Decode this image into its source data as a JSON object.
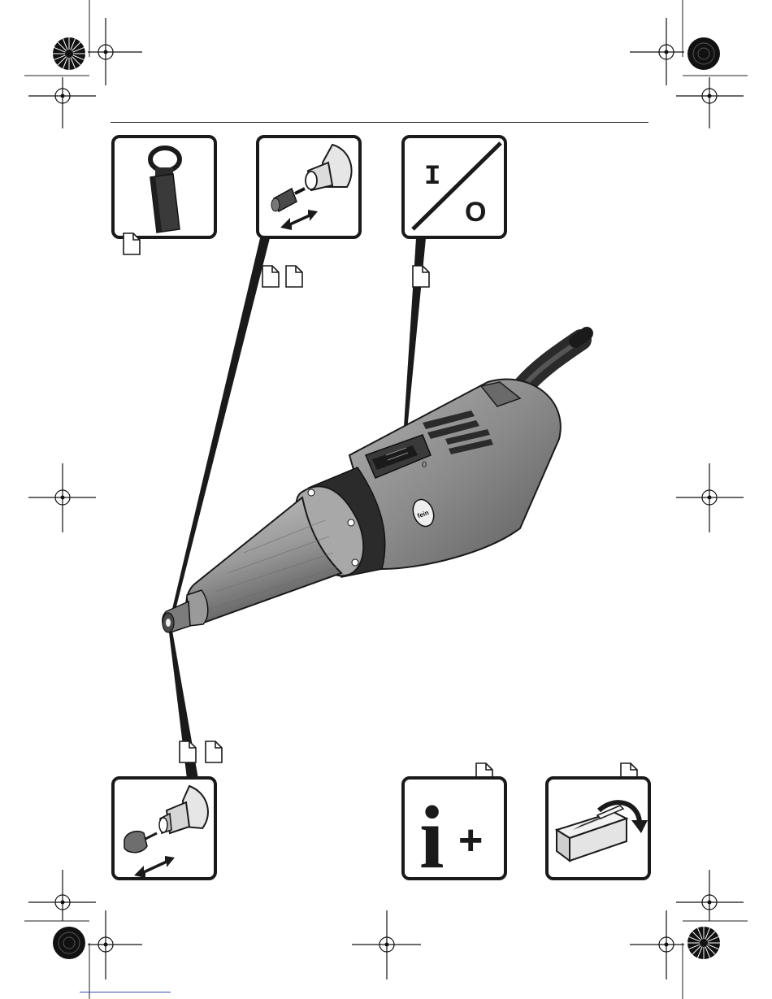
{
  "header": {
    "rule": "top-rule"
  },
  "panels": {
    "key_tool": {
      "icon": "open-end-wrench-icon"
    },
    "collet_change": {
      "icon": "collet-insert-arrow-icon"
    },
    "switch": {
      "on_symbol": "I",
      "off_symbol": "O"
    },
    "mounted_point": {
      "icon": "mounted-point-arrow-icon"
    },
    "info": {
      "symbol": "i",
      "plus": "+"
    },
    "packaging": {
      "icon": "open-box-arrow-icon"
    }
  },
  "tool": {
    "icon": "straight-grinder-icon",
    "switch_mark": "0"
  },
  "colors": {
    "ink": "#1a1a1a",
    "body_gray": "#8a8a8a",
    "nose_gray": "#a9a9a9",
    "dark_band": "#2b2b2b"
  }
}
